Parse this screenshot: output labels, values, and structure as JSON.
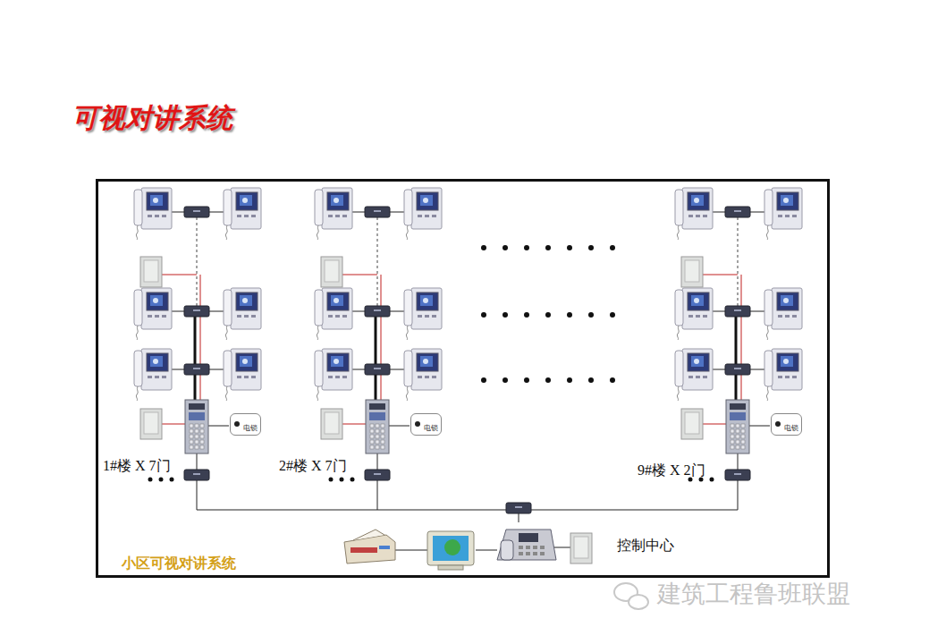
{
  "diagram": {
    "title": "可视对讲系统",
    "nodes": [
      {
        "text": [
          "小区可视对讲系统"
        ]
      },
      {
        "text": [
          "电锁"
        ],
        "in": 0
      },
      {
        "text": [
          "电锁"
        ],
        "in": 0
      },
      {
        "text": [
          "电锁"
        ],
        "in": 0
      }
    ],
    "labels": [
      "1#楼 X 7门",
      "2#楼 X 7门",
      "9#楼 X 2门",
      "控制中心",
      "建筑工程鲁班联盟"
    ]
  }
}
